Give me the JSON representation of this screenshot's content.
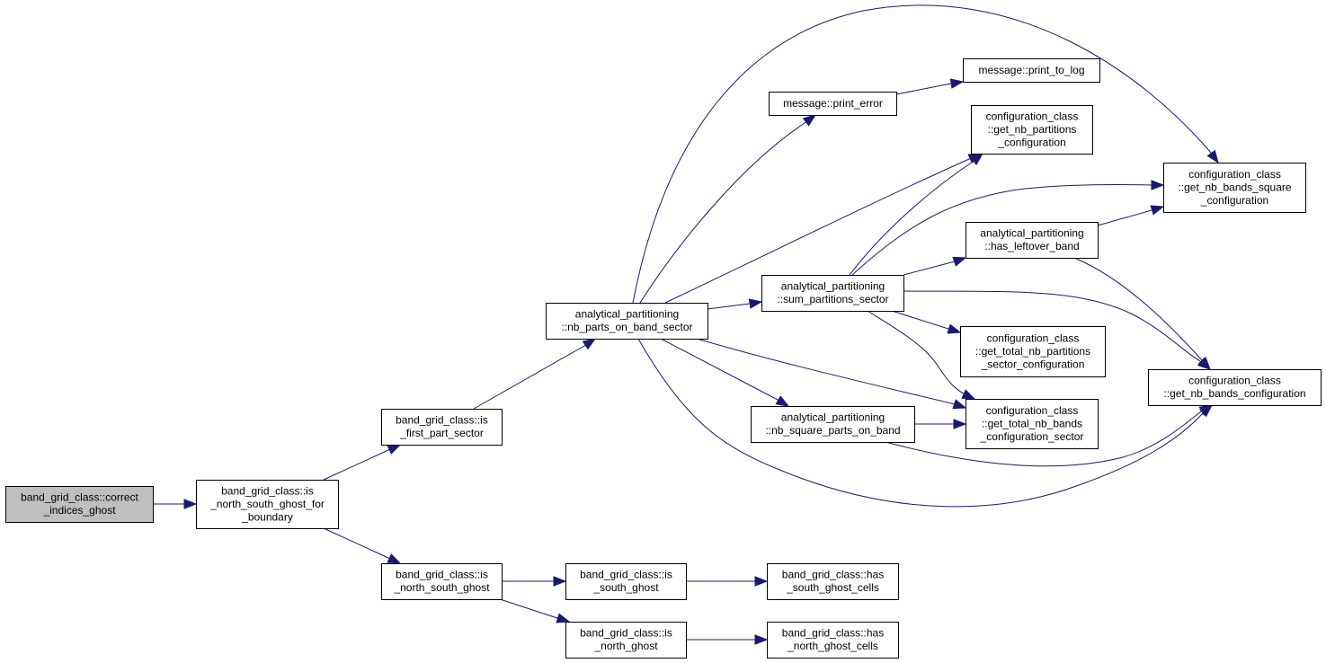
{
  "diagram": {
    "type": "call-graph",
    "colors": {
      "edge": "#191970",
      "root_fill": "#bfbfbf",
      "node_fill": "#ffffff",
      "border": "#000000"
    },
    "nodes": [
      {
        "id": "n0",
        "lines": [
          "band_grid_class::correct",
          "_indices_ghost"
        ],
        "root": true
      },
      {
        "id": "n1",
        "lines": [
          "band_grid_class::is",
          "_north_south_ghost_for",
          "_boundary"
        ]
      },
      {
        "id": "n2",
        "lines": [
          "band_grid_class::is",
          "_first_part_sector"
        ]
      },
      {
        "id": "n3",
        "lines": [
          "band_grid_class::is",
          "_north_south_ghost"
        ]
      },
      {
        "id": "n4",
        "lines": [
          "analytical_partitioning",
          "::nb_parts_on_band_sector"
        ]
      },
      {
        "id": "n5",
        "lines": [
          "message::print_error"
        ]
      },
      {
        "id": "n6",
        "lines": [
          "message::print_to_log"
        ]
      },
      {
        "id": "n7",
        "lines": [
          "configuration_class",
          "::get_nb_partitions",
          "_configuration"
        ]
      },
      {
        "id": "n8",
        "lines": [
          "configuration_class",
          "::get_nb_bands_square",
          "_configuration"
        ]
      },
      {
        "id": "n9",
        "lines": [
          "analytical_partitioning",
          "::has_leftover_band"
        ]
      },
      {
        "id": "n10",
        "lines": [
          "analytical_partitioning",
          "::sum_partitions_sector"
        ]
      },
      {
        "id": "n11",
        "lines": [
          "configuration_class",
          "::get_total_nb_partitions",
          "_sector_configuration"
        ]
      },
      {
        "id": "n12",
        "lines": [
          "configuration_class",
          "::get_nb_bands_configuration"
        ]
      },
      {
        "id": "n13",
        "lines": [
          "analytical_partitioning",
          "::nb_square_parts_on_band"
        ]
      },
      {
        "id": "n14",
        "lines": [
          "configuration_class",
          "::get_total_nb_bands",
          "_configuration_sector"
        ]
      },
      {
        "id": "n15",
        "lines": [
          "band_grid_class::is",
          "_south_ghost"
        ]
      },
      {
        "id": "n16",
        "lines": [
          "band_grid_class::is",
          "_north_ghost"
        ]
      },
      {
        "id": "n17",
        "lines": [
          "band_grid_class::has",
          "_south_ghost_cells"
        ]
      },
      {
        "id": "n18",
        "lines": [
          "band_grid_class::has",
          "_north_ghost_cells"
        ]
      }
    ],
    "edges": [
      {
        "from": "n0",
        "to": "n1"
      },
      {
        "from": "n1",
        "to": "n2"
      },
      {
        "from": "n1",
        "to": "n3"
      },
      {
        "from": "n2",
        "to": "n4"
      },
      {
        "from": "n3",
        "to": "n15"
      },
      {
        "from": "n3",
        "to": "n16"
      },
      {
        "from": "n15",
        "to": "n17"
      },
      {
        "from": "n16",
        "to": "n18"
      },
      {
        "from": "n4",
        "to": "n5"
      },
      {
        "from": "n5",
        "to": "n6"
      },
      {
        "from": "n4",
        "to": "n7"
      },
      {
        "from": "n4",
        "to": "n8"
      },
      {
        "from": "n4",
        "to": "n10"
      },
      {
        "from": "n4",
        "to": "n13"
      },
      {
        "from": "n4",
        "to": "n14"
      },
      {
        "from": "n4",
        "to": "n12"
      },
      {
        "from": "n10",
        "to": "n7"
      },
      {
        "from": "n10",
        "to": "n8"
      },
      {
        "from": "n10",
        "to": "n9"
      },
      {
        "from": "n10",
        "to": "n11"
      },
      {
        "from": "n10",
        "to": "n14"
      },
      {
        "from": "n10",
        "to": "n12"
      },
      {
        "from": "n9",
        "to": "n8"
      },
      {
        "from": "n9",
        "to": "n12"
      },
      {
        "from": "n13",
        "to": "n14"
      },
      {
        "from": "n13",
        "to": "n12"
      }
    ]
  }
}
